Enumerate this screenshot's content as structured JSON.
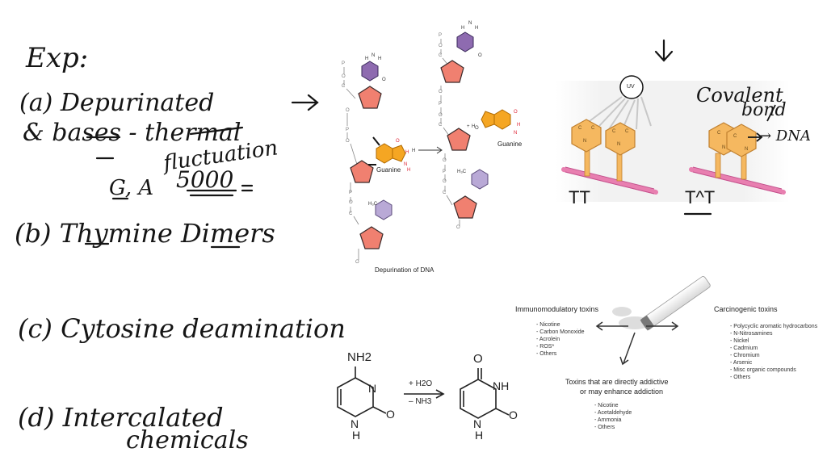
{
  "notes": {
    "heading": "Exp:",
    "a_line1": "(a) Depurinated",
    "a_line2": "& bases - thermal",
    "a_line3": "fluctuation",
    "a_line4": "G, A",
    "a_line5": "5000",
    "b": "(b) Thymine Dimers",
    "c": "(c) Cytosine deamination",
    "d_line1": "(d) Intercalated",
    "d_line2": "chemicals"
  },
  "depurination": {
    "caption": "Depurination of DNA",
    "guanine_left": "Guanine",
    "guanine_right": "Guanine",
    "backbone_letters": [
      "P",
      "O",
      "C"
    ]
  },
  "uv_panel": {
    "uv_label": "UV",
    "label_tt": "TT",
    "label_tdimer": "T^T",
    "covalent_note_line1": "Covalent",
    "covalent_note_line2": "bond",
    "dna_note": "→ DNA"
  },
  "deamination": {
    "reagent_top": "+ H2O",
    "reagent_bottom": "– NH3",
    "cytosine_nh2": "NH2",
    "uracil_o": "O",
    "uracil_nh": "NH",
    "uracil_o2": "O",
    "n_label": "N",
    "h_label": "H"
  },
  "toxins": {
    "immuno_title": "Immunomodulatory toxins",
    "immuno_items": [
      "- Nicotine",
      "- Carbon Monoxide",
      "- Acrolein",
      "- ROS*",
      "- Others"
    ],
    "carcino_title": "Carcinogenic toxins",
    "carcino_items": [
      "- Polycyclic aromatic hydrocarbons",
      "- N-Nitrosamines",
      "- Nickel",
      "- Cadmium",
      "- Chromium",
      "- Arsenic",
      "- Misc organic compounds",
      "- Others"
    ],
    "addictive_title_line1": "Toxins that are directly addictive",
    "addictive_title_line2": "or may enhance addiction",
    "addictive_items": [
      "- Nicotine",
      "- Acetaldehyde",
      "- Ammonia",
      "- Others"
    ]
  },
  "colors": {
    "sugar": "#f08070",
    "purine": "#f5a623",
    "pyrimidine_purple": "#8e6bb0",
    "pyrimidine_light": "#b9a9d6",
    "dna_strand": "#e87fb0",
    "ink": "#151515"
  }
}
